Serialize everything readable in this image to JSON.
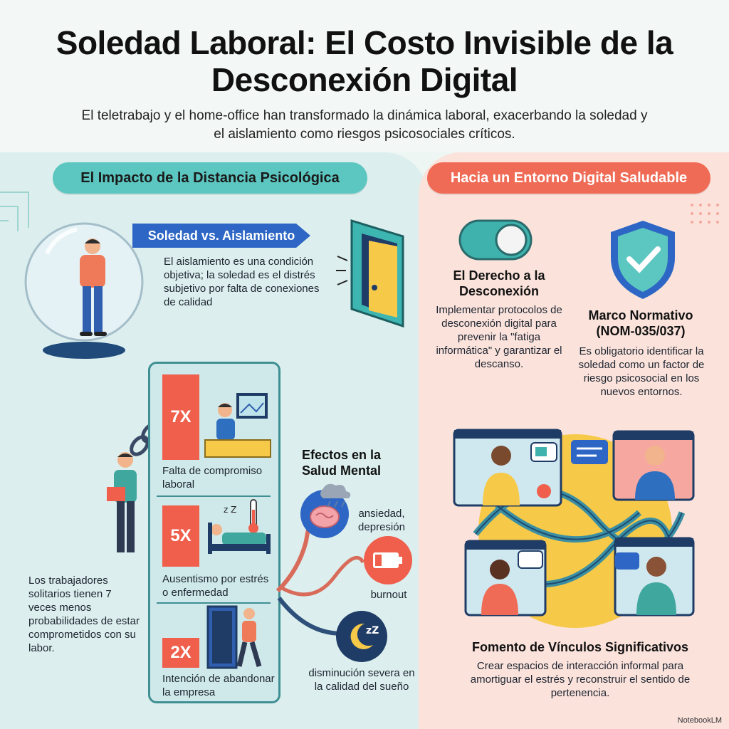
{
  "header": {
    "title": "Soledad Laboral: El Costo Invisible de la Desconexión Digital",
    "subtitle": "El teletrabajo y el home-office han transformado la dinámica laboral, exacerbando la soledad y el aislamiento como riesgos psicosociales críticos."
  },
  "left": {
    "section_title": "El Impacto de la Distancia Psicológica",
    "isolation": {
      "banner": "Soledad vs. Aislamiento",
      "text": "El aislamiento es una condición objetiva; la soledad es el distrés subjetivo por falta de conexiones de calidad"
    },
    "solitary_note": "Los trabajadores solitarios tienen 7 veces menos probabilidades de estar comprometidos con su labor.",
    "stats": [
      {
        "value": "7X",
        "label": "Falta de compromiso laboral"
      },
      {
        "value": "5X",
        "label": "Ausentismo por estrés o enfermedad"
      },
      {
        "value": "2X",
        "label": "Intención de abandonar la empresa"
      }
    ],
    "mental_health": {
      "title": "Efectos en la Salud Mental",
      "effects": [
        {
          "label": "ansiedad, depresión",
          "icon": "brain-cloud-icon"
        },
        {
          "label": "burnout",
          "icon": "low-battery-icon"
        },
        {
          "label": "disminución severa en la calidad del sueño",
          "icon": "moon-sleep-icon"
        }
      ]
    }
  },
  "right": {
    "section_title": "Hacia un Entorno Digital Saludable",
    "disconnect": {
      "title": "El Derecho a la Desconexión",
      "text": "Implementar protocolos de desconexión digital para prevenir la \"fatiga informática\" y garantizar el descanso."
    },
    "framework": {
      "title": "Marco Normativo (NOM-035/037)",
      "text": "Es obligatorio identificar la soledad como un factor de riesgo psicosocial en los nuevos entornos."
    },
    "bonds": {
      "title": "Fomento de Vínculos Significativos",
      "text": "Crear espacios de interacción informal para amortiguar el estrés y reconstruir el sentido de pertenencia."
    }
  },
  "footer": {
    "brand": "NotebookLM"
  },
  "colors": {
    "teal": "#5cc6c0",
    "coral": "#f06b55",
    "blue": "#2d66c4",
    "red": "#ef5f4c",
    "yellow": "#f7c948"
  }
}
